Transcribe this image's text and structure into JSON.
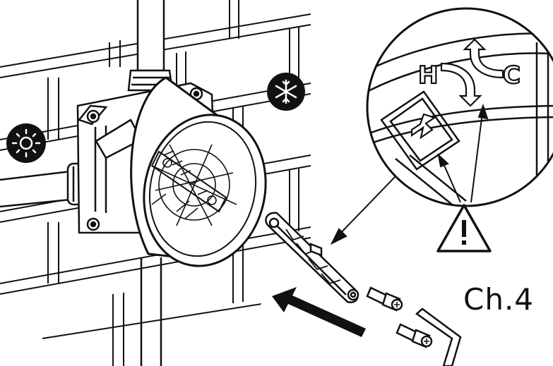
{
  "diagram": {
    "chapter_label": "Ch.4",
    "detail_letters": {
      "hot": "H",
      "cold": "C"
    },
    "icons": [
      "sun-icon",
      "snowflake-icon",
      "warning-icon",
      "arrow-icon"
    ],
    "colors": {
      "line": "#111111",
      "background": "#ffffff"
    }
  }
}
